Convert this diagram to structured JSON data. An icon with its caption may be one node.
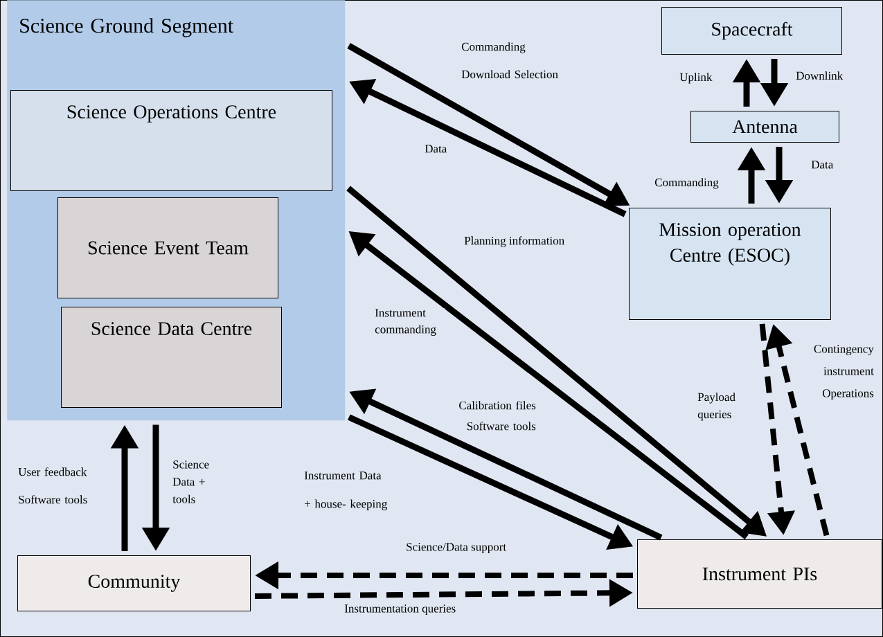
{
  "diagram": {
    "nodes": [
      {
        "text": [
          "Science Ground Segment"
        ]
      },
      {
        "text": [
          "Science Operations Centre"
        ],
        "in": 0
      },
      {
        "text": [
          "Science Event Team"
        ],
        "in": 0
      },
      {
        "text": [
          "Science Data Centre"
        ],
        "in": 0
      },
      {
        "text": [
          "Spacecraft"
        ]
      },
      {
        "text": [
          "Antenna"
        ]
      },
      {
        "text": [
          "Mission operation Centre (ESOC)"
        ]
      },
      {
        "text": [
          "Instrument PIs"
        ]
      },
      {
        "text": [
          "Community"
        ]
      }
    ],
    "edges": [
      {
        "from": 0,
        "to": 6,
        "arrow": "to",
        "label": "Commanding Download Selection"
      },
      {
        "from": 6,
        "to": 0,
        "arrow": "to",
        "label": "Data"
      },
      {
        "from": 0,
        "to": 7,
        "arrow": "to",
        "label": "Planning information"
      },
      {
        "from": 7,
        "to": 0,
        "arrow": "to",
        "label": "Instrument commanding"
      },
      {
        "from": 7,
        "to": 0,
        "arrow": "to",
        "label": "Calibration files Software tools"
      },
      {
        "from": 0,
        "to": 7,
        "arrow": "to",
        "label": "Instrument Data + house- keeping"
      },
      {
        "from": 8,
        "to": 0,
        "arrow": "to",
        "label": "User feedback Software tools"
      },
      {
        "from": 0,
        "to": 8,
        "arrow": "to",
        "label": "Science Data + tools"
      },
      {
        "from": 7,
        "to": 8,
        "arrow": "to",
        "label": "Science/Data support",
        "style": "dashed"
      },
      {
        "from": 8,
        "to": 7,
        "arrow": "to",
        "label": "Instrumentation queries",
        "style": "dashed"
      },
      {
        "from": 6,
        "to": 7,
        "arrow": "to",
        "label": "Payload queries",
        "style": "dashed"
      },
      {
        "from": 7,
        "to": 6,
        "arrow": "to",
        "label": "Contingency instrument Operations",
        "style": "dashed"
      },
      {
        "from": 5,
        "to": 4,
        "arrow": "to",
        "label": "Uplink"
      },
      {
        "from": 4,
        "to": 5,
        "arrow": "to",
        "label": "Downlink"
      },
      {
        "from": 6,
        "to": 5,
        "arrow": "to",
        "label": "Commanding"
      },
      {
        "from": 5,
        "to": 6,
        "arrow": "to",
        "label": "Data"
      }
    ]
  }
}
